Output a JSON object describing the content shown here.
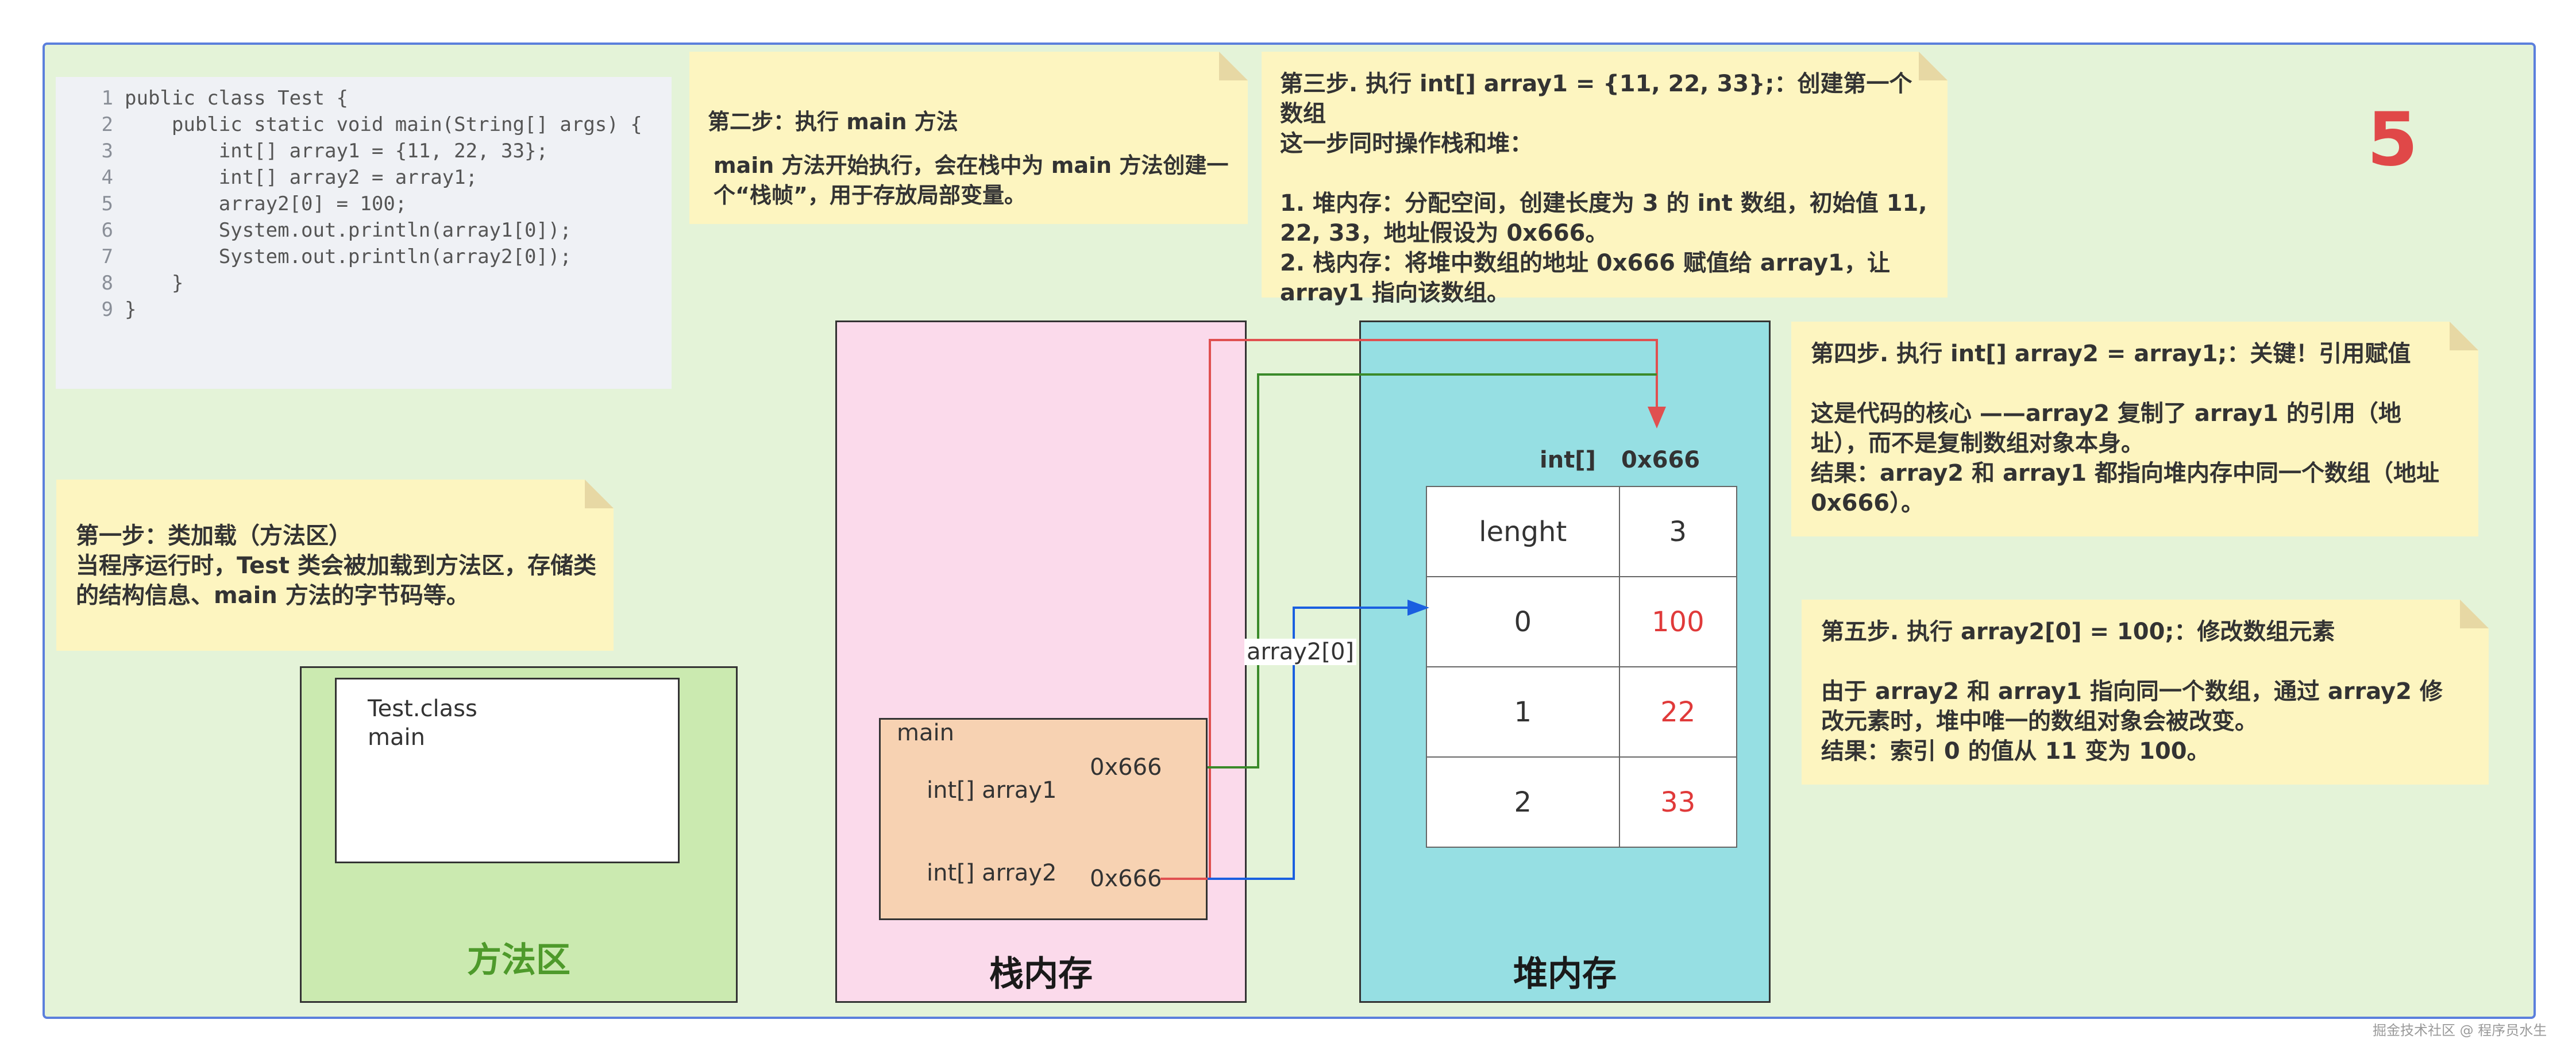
{
  "code": {
    "lines": [
      {
        "n": "1",
        "text": "public class Test {"
      },
      {
        "n": "2",
        "text": "    public static void main(String[] args) {"
      },
      {
        "n": "3",
        "text": "        int[] array1 = {11, 22, 33};"
      },
      {
        "n": "4",
        "text": "        int[] array2 = array1;"
      },
      {
        "n": "5",
        "text": "        array2[0] = 100;"
      },
      {
        "n": "6",
        "text": "        System.out.println(array1[0]);"
      },
      {
        "n": "7",
        "text": "        System.out.println(array2[0]);"
      },
      {
        "n": "8",
        "text": "    }"
      },
      {
        "n": "9",
        "text": "}"
      }
    ]
  },
  "step_number": "5",
  "step1": {
    "title": "第一步：类加载（方法区）",
    "body": "当程序运行时，Test 类会被加载到方法区，存储类的结构信息、main 方法的字节码等。"
  },
  "step2": {
    "title": "第二步：执行 main 方法",
    "body": "main 方法开始执行，会在栈中为 main 方法创建一个“栈帧”，用于存放局部变量。"
  },
  "step3": {
    "title": "第三步. 执行 int[] array1 = {11, 22, 33};：创建第一个数组",
    "intro": "这一步同时操作栈和堆：",
    "item1": "1. 堆内存：分配空间，创建长度为 3 的 int 数组，初始值 11, 22, 33，地址假设为 0x666。",
    "item2": "2. 栈内存：将堆中数组的地址 0x666 赋值给 array1，让 array1 指向该数组。"
  },
  "step4": {
    "title": "第四步. 执行 int[] array2 = array1;：关键！引用赋值",
    "body1": "这是代码的核心 ——array2 复制了 array1 的引用（地址），而不是复制数组对象本身。",
    "body2": "结果：array2 和 array1 都指向堆内存中同一个数组（地址 0x666）。"
  },
  "step5": {
    "title": "第五步. 执行 array2[0] = 100;：修改数组元素",
    "body1": "由于 array2 和 array1 指向同一个数组，通过 array2 修改元素时，堆中唯一的数组对象会被改变。",
    "body2": "结果：索引 0 的值从 11 变为 100。"
  },
  "method_area": {
    "title": "方法区",
    "class_name": "Test.class",
    "method": "main"
  },
  "stack": {
    "title": "栈内存",
    "frame_name": "main",
    "vars": [
      {
        "name": "int[] array1",
        "value": "0x666"
      },
      {
        "name": "int[] array2",
        "value": "0x666"
      }
    ]
  },
  "heap": {
    "title": "堆内存",
    "type_label": "int[]",
    "address": "0x666",
    "rows": [
      {
        "key": "lenght",
        "value": "3"
      },
      {
        "key": "0",
        "value": "100"
      },
      {
        "key": "1",
        "value": "22"
      },
      {
        "key": "2",
        "value": "33"
      }
    ]
  },
  "arrow_label": "array2[0]",
  "watermark": "掘金技术社区 @ 程序员水生",
  "colors": {
    "array1_arrow": "#e05050",
    "array2_ref_arrow": "#3a8a2a",
    "write_arrow": "#1a5fe0",
    "step_number": "#e04848"
  }
}
